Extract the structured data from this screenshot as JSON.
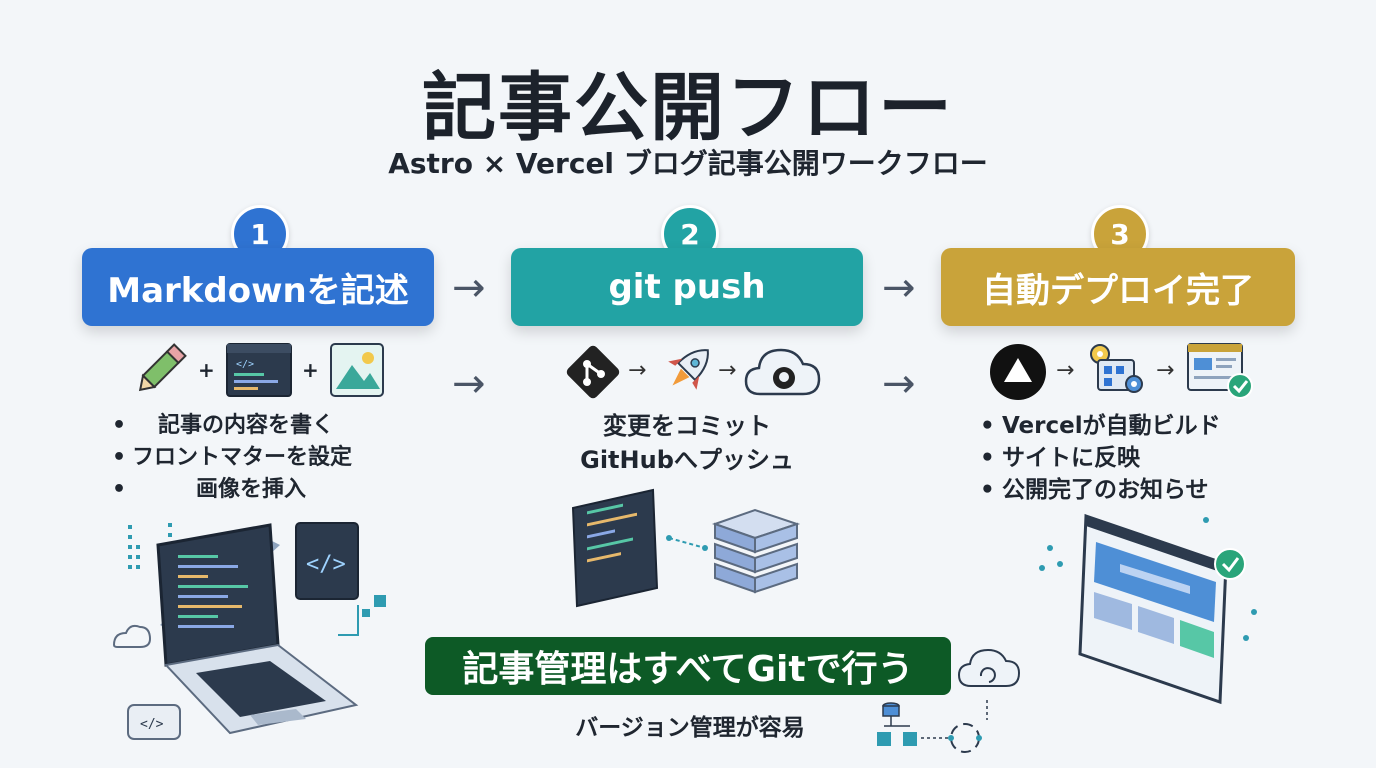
{
  "title": "記事公開フロー",
  "subtitle": "Astro × Vercel ブログ記事公開ワークフロー",
  "steps": [
    {
      "number": "1",
      "label": "Markdownを記述",
      "color": "#2f73d2"
    },
    {
      "number": "2",
      "label": "git push",
      "color": "#22a3a4"
    },
    {
      "number": "3",
      "label": "自動デプロイ完了",
      "color": "#c9a33a"
    }
  ],
  "step1": {
    "bullet_char": "•",
    "bullets": [
      "記事の内容を書く",
      "フロントマターを設定",
      "画像を挿入"
    ],
    "plus": "+"
  },
  "step2": {
    "lines": [
      "変更をコミット",
      "GitHubへプッシュ"
    ]
  },
  "step3": {
    "bullet_char": "•",
    "bullets": [
      "Vercelが自動ビルド",
      "サイトに反映",
      "公開完了のお知らせ"
    ]
  },
  "arrow_glyph": "→",
  "small_arrow": "→",
  "git_banner": "記事管理はすべてGitで行う",
  "git_sub": "バージョン管理が容易",
  "icons": [
    "pencil-icon",
    "code-window-icon",
    "image-icon",
    "git-icon",
    "rocket-icon",
    "github-cloud-icon",
    "vercel-icon",
    "build-gear-icon",
    "published-page-icon"
  ]
}
